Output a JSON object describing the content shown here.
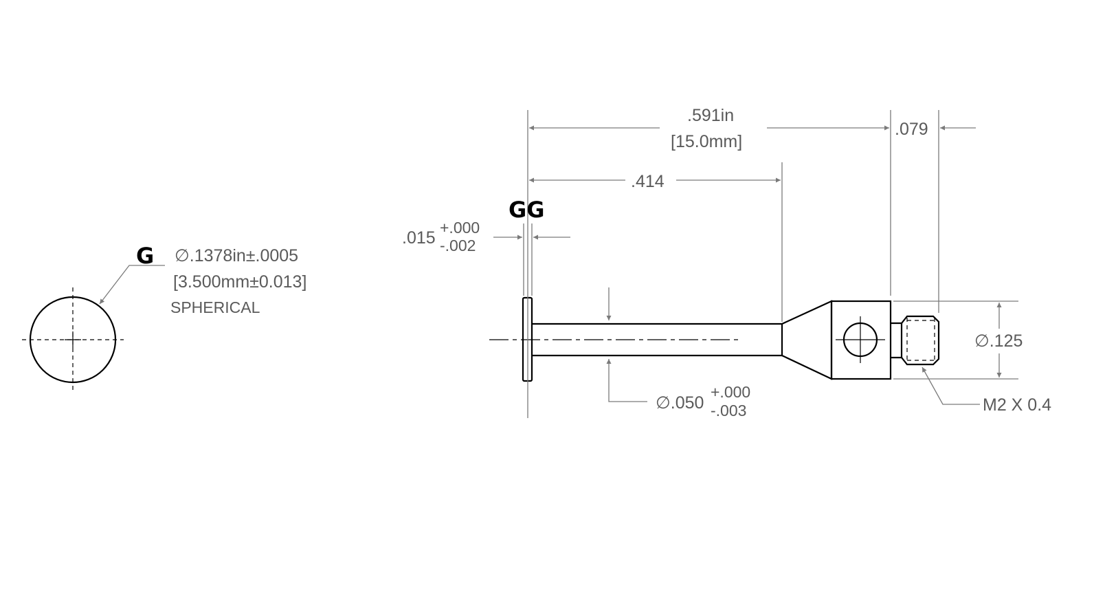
{
  "sphere": {
    "symbol": "G",
    "diameter_in": "∅.1378in±.0005",
    "diameter_mm": "[3.500mm±0.013]",
    "note": "SPHERICAL"
  },
  "dimensions": {
    "overall_in": ".591in",
    "overall_mm": "[15.0mm]",
    "stem_length": ".414",
    "thread_length": ".079",
    "disc_symbols": "GG",
    "disc_thickness": ".015",
    "disc_tol_plus": "+.000",
    "disc_tol_minus": "-.002",
    "stem_diameter": "∅.050",
    "stem_tol_plus": "+.000",
    "stem_tol_minus": "-.003",
    "body_diameter": "∅.125",
    "thread": "M2 X 0.4"
  }
}
